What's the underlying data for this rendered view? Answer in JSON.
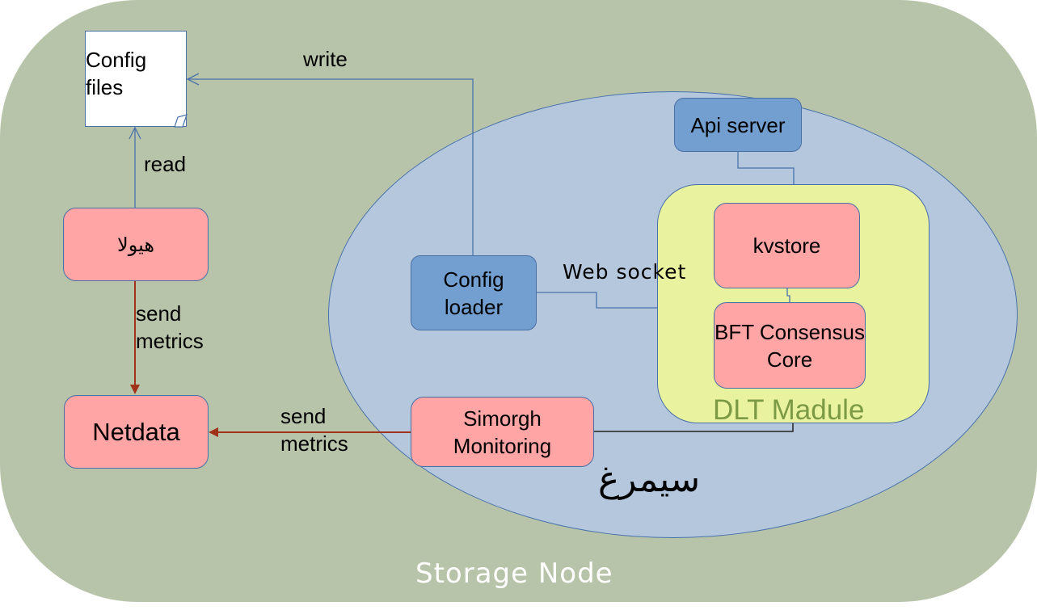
{
  "diagram": {
    "container": {
      "title": "Storage Node",
      "color": "#b8c4aa"
    },
    "subsystem": {
      "title": "سیمرغ",
      "color": "#b4c7dd"
    },
    "dlt_module": {
      "title": "DLT Madule",
      "title_color": "#7c9a45",
      "color": "#e9f29f",
      "components": {
        "kvstore": "kvstore",
        "bft_line1": "BFT Consensus",
        "bft_line2": "Core"
      }
    },
    "nodes": {
      "config_files_line1": "Config",
      "config_files_line2": "files",
      "hayula": "هیولا",
      "netdata": "Netdata",
      "config_loader_line1": "Config",
      "config_loader_line2": "loader",
      "api_server": "Api server",
      "simorgh_monitoring_line1": "Simorgh",
      "simorgh_monitoring_line2": "Monitoring"
    },
    "edges": {
      "write": "write",
      "read": "read",
      "send_metrics_1_line1": "send",
      "send_metrics_1_line2": "metrics",
      "send_metrics_2_line1": "send",
      "send_metrics_2_line2": "metrics",
      "web_socket": "Web socket"
    },
    "colors": {
      "component_pink": "#ffa5a5",
      "component_blue": "#729fcf",
      "connector_blue": "#4a72aa",
      "metrics_arrow": "#a0321a"
    }
  }
}
